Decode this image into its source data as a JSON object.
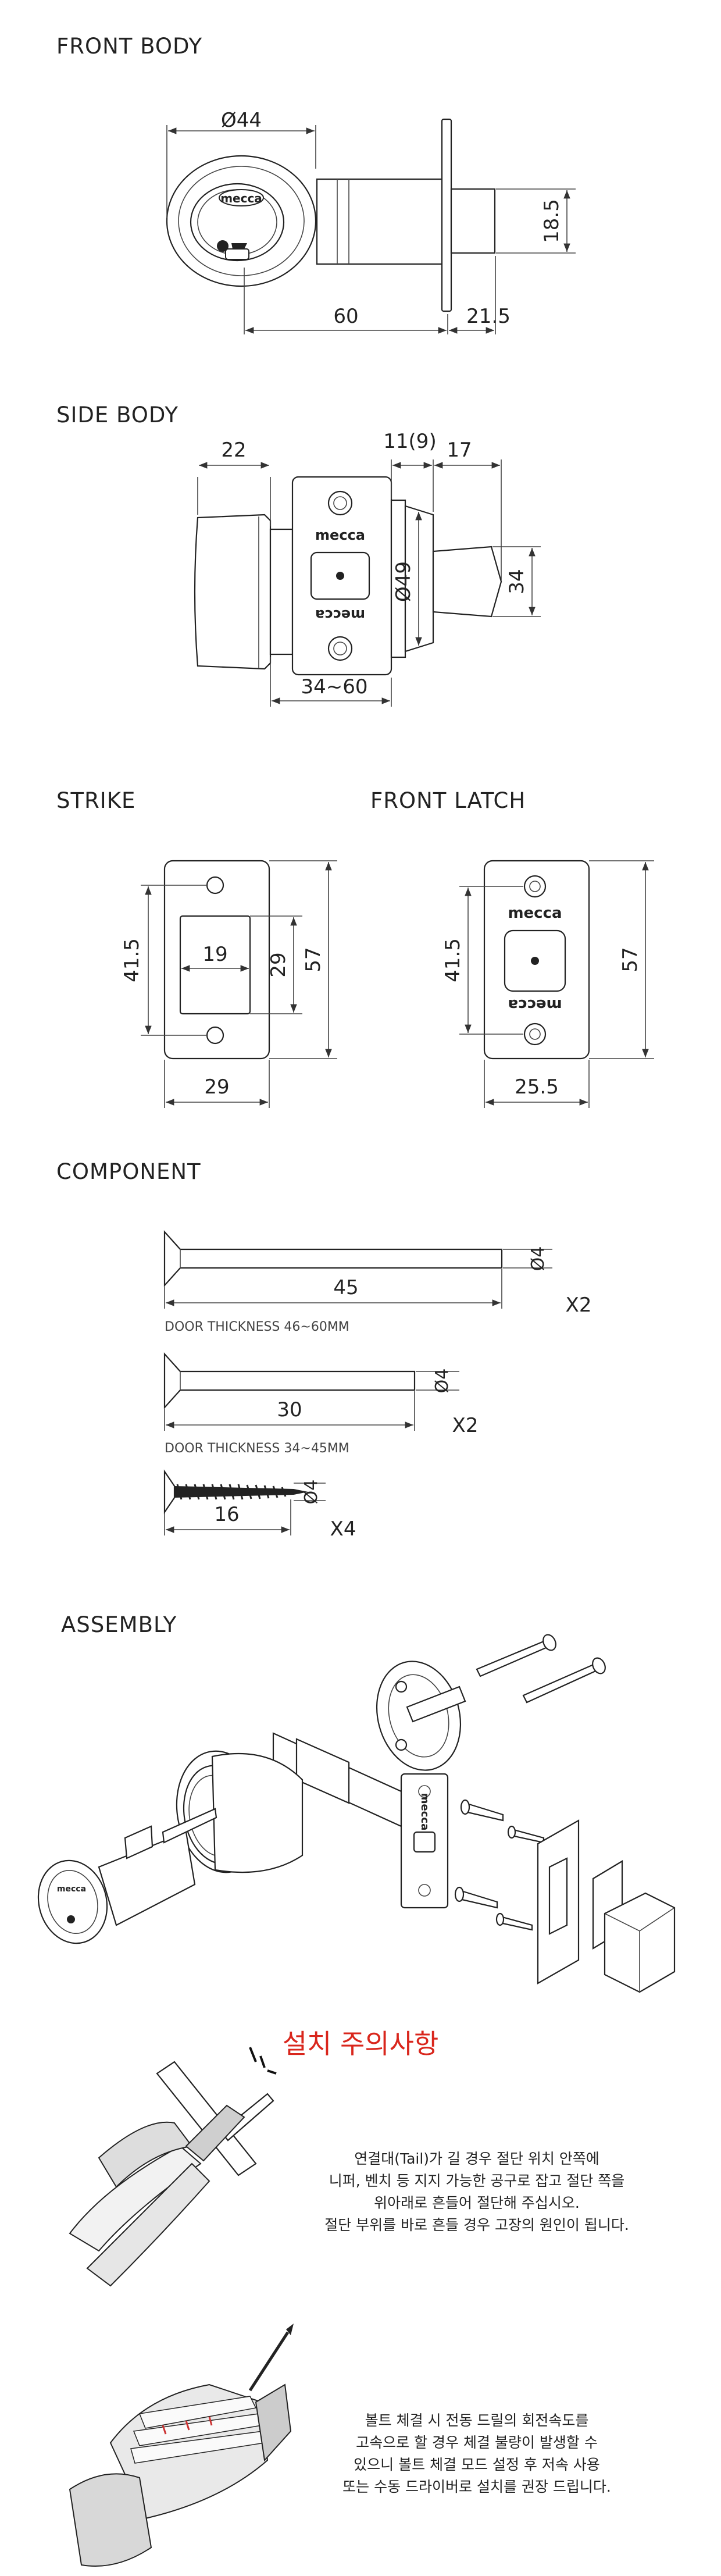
{
  "sections": {
    "front_body": "FRONT BODY",
    "side_body": "SIDE BODY",
    "strike": "STRIKE",
    "front_latch": "FRONT LATCH",
    "component": "COMPONENT",
    "assembly": "ASSEMBLY"
  },
  "brand_logo": "mecca",
  "front_body": {
    "dia": "Ø44",
    "w1": "60",
    "w2": "21.5",
    "h": "18.5"
  },
  "side_body": {
    "w1": "22",
    "w2": "11(9)",
    "w3": "17",
    "dia": "Ø49",
    "h": "34",
    "range": "34~60"
  },
  "strike": {
    "h1": "41.5",
    "w1": "19",
    "h2": "29",
    "h3": "57",
    "w2": "29"
  },
  "front_latch": {
    "h1": "41.5",
    "h2": "57",
    "w": "25.5"
  },
  "component": {
    "bolt1": {
      "length": "45",
      "dia": "Ø4",
      "qty": "X2",
      "note": "DOOR THICKNESS 46~60MM"
    },
    "bolt2": {
      "length": "30",
      "dia": "Ø4",
      "qty": "X2",
      "note": "DOOR THICKNESS 34~45MM"
    },
    "screw": {
      "length": "16",
      "dia": "Ø4",
      "qty": "X4"
    }
  },
  "warning": {
    "title": "설치 주의사항",
    "p1": [
      "연결대(Tail)가 길 경우 절단 위치 안쪽에",
      "니퍼, 벤치 등 지지 가능한 공구로 잡고 절단 쪽을",
      "위아래로 흔들어 절단해 주십시오.",
      "절단 부위를 바로 흔들 경우 고장의 원인이 됩니다."
    ],
    "p2": [
      "볼트 체결 시 전동 드릴의 회전속도를",
      "고속으로 할 경우 체결 불량이 발생할 수",
      "있으니 볼트 체결 모드 설정 후 저속 사용",
      "또는 수동 드라이버로 설치를 권장 드립니다."
    ]
  }
}
